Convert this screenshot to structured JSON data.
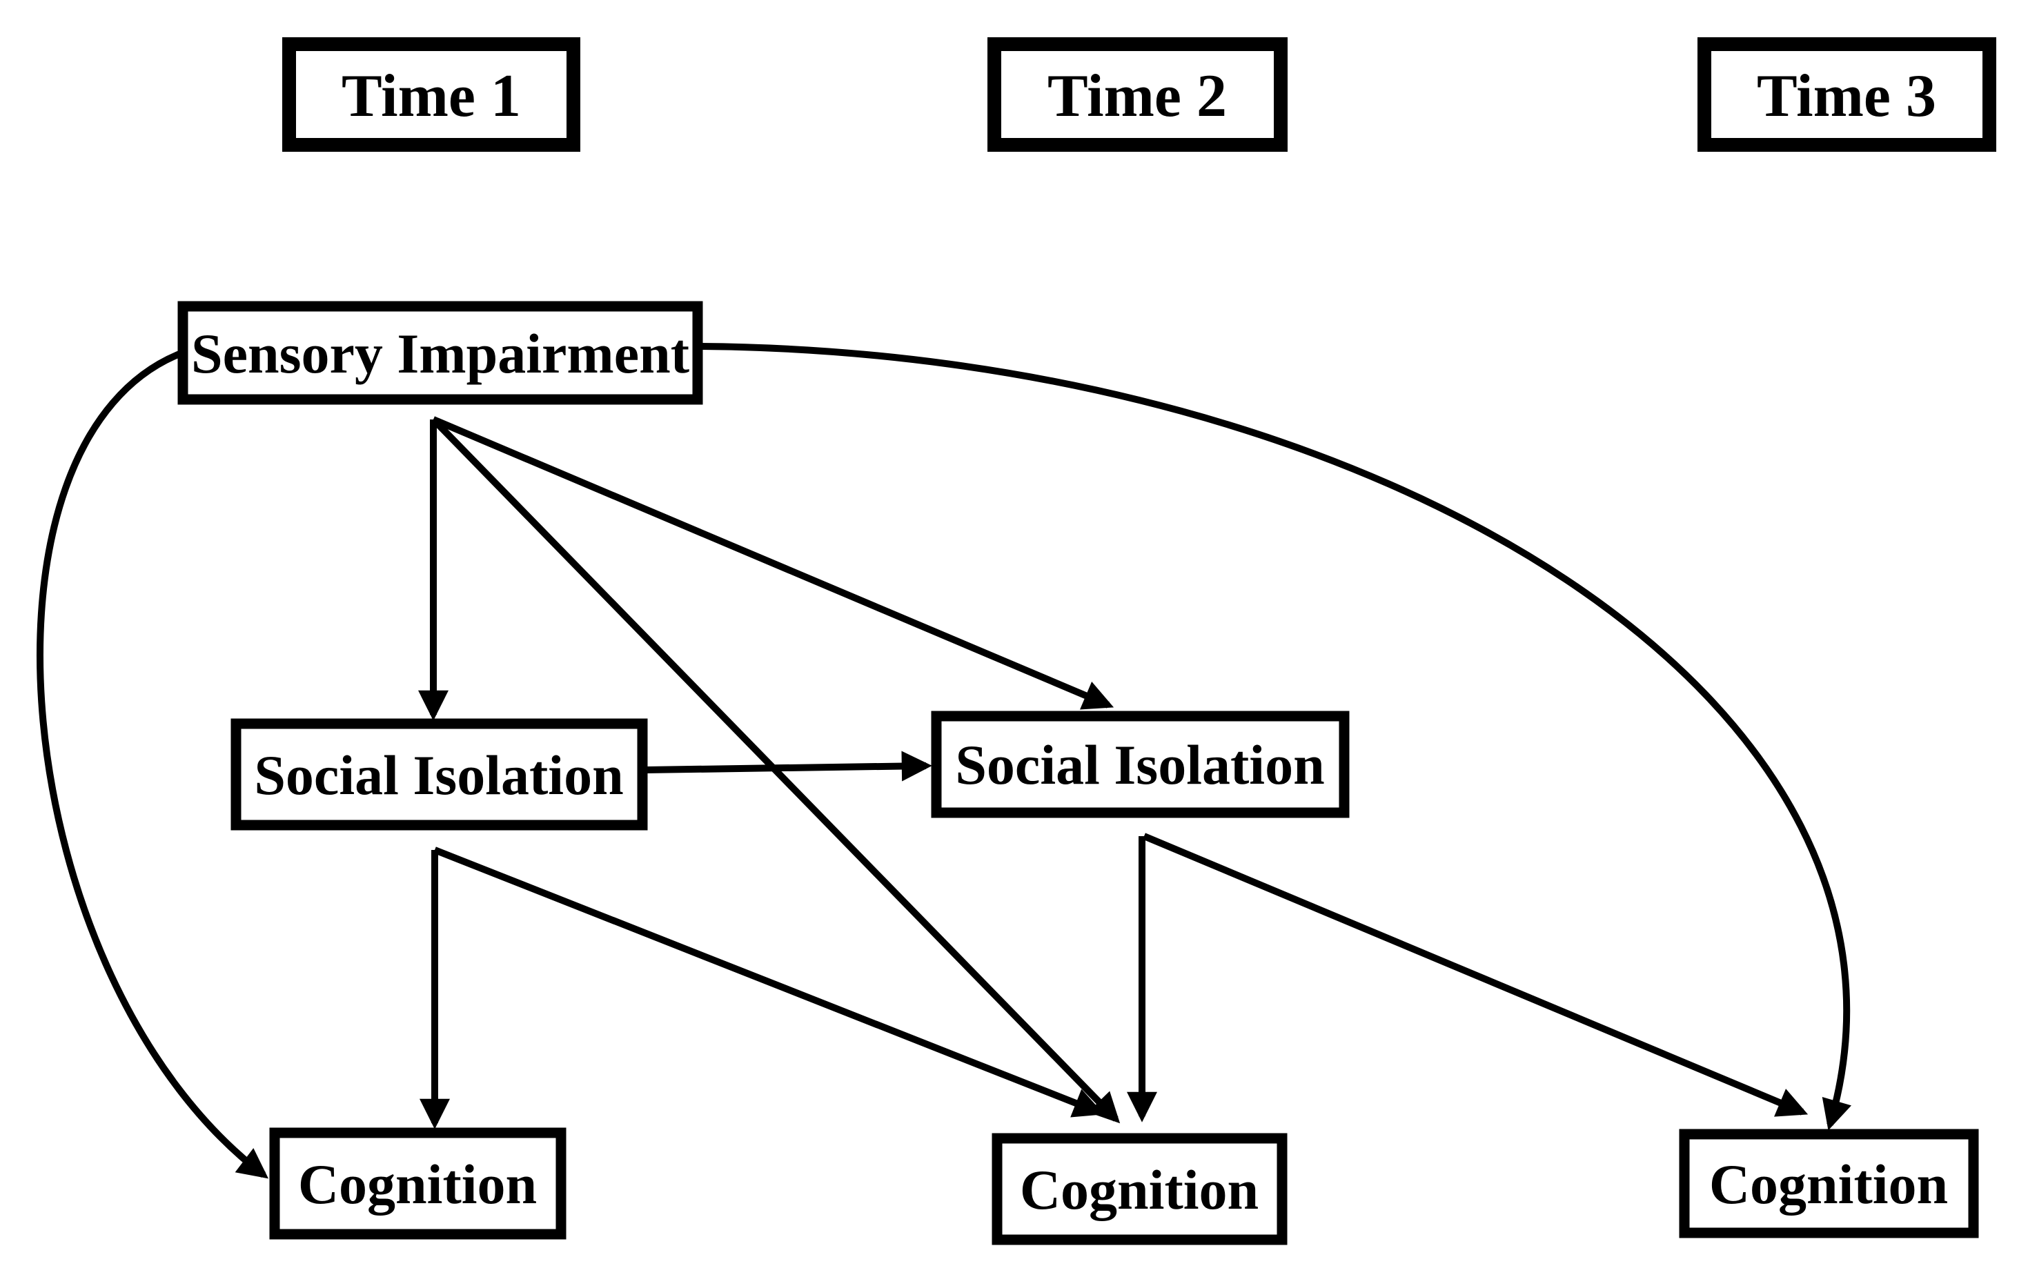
{
  "diagram": {
    "type": "longitudinal-path-model",
    "background_color": "#ffffff",
    "line_color": "#000000",
    "box_fill_color": "#ffffff",
    "time_headers": [
      {
        "id": "time1",
        "label": "Time 1"
      },
      {
        "id": "time2",
        "label": "Time 2"
      },
      {
        "id": "time3",
        "label": "Time 3"
      }
    ],
    "nodes": [
      {
        "id": "sensory_impairment_t1",
        "label": "Sensory Impairment",
        "time": "Time 1"
      },
      {
        "id": "social_isolation_t1",
        "label": "Social Isolation",
        "time": "Time 1"
      },
      {
        "id": "social_isolation_t2",
        "label": "Social Isolation",
        "time": "Time 2"
      },
      {
        "id": "cognition_t1",
        "label": "Cognition",
        "time": "Time 1"
      },
      {
        "id": "cognition_t2",
        "label": "Cognition",
        "time": "Time 2"
      },
      {
        "id": "cognition_t3",
        "label": "Cognition",
        "time": "Time 3"
      }
    ],
    "edges": [
      {
        "from": "sensory_impairment_t1",
        "to": "cognition_t1",
        "style": "curved-left"
      },
      {
        "from": "sensory_impairment_t1",
        "to": "cognition_t3",
        "style": "curved-right"
      },
      {
        "from": "sensory_impairment_t1",
        "to": "social_isolation_t1",
        "style": "straight"
      },
      {
        "from": "sensory_impairment_t1",
        "to": "social_isolation_t2",
        "style": "straight"
      },
      {
        "from": "sensory_impairment_t1",
        "to": "cognition_t2",
        "style": "straight"
      },
      {
        "from": "social_isolation_t1",
        "to": "social_isolation_t2",
        "style": "straight"
      },
      {
        "from": "social_isolation_t1",
        "to": "cognition_t1",
        "style": "straight"
      },
      {
        "from": "social_isolation_t1",
        "to": "cognition_t2",
        "style": "straight"
      },
      {
        "from": "social_isolation_t2",
        "to": "cognition_t2",
        "style": "straight"
      },
      {
        "from": "social_isolation_t2",
        "to": "cognition_t3",
        "style": "straight"
      }
    ]
  }
}
